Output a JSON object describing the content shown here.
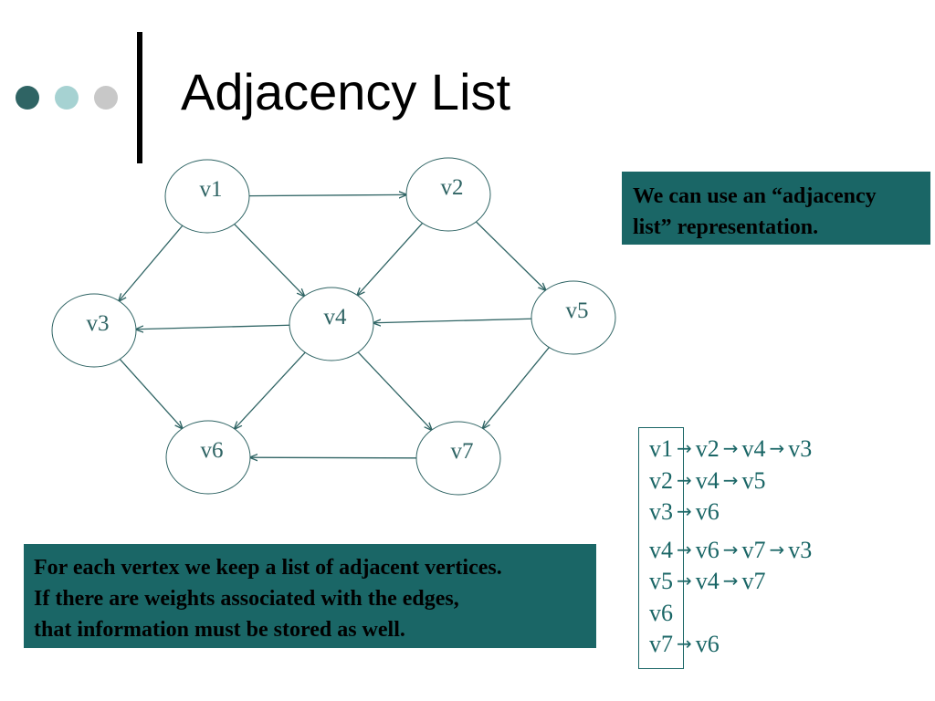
{
  "title": "Adjacency List",
  "colors": {
    "teal_dark": "#2f6464",
    "teal": "#1a6666",
    "teal_light": "#a6d2d2",
    "gray": "#c8c8c8"
  },
  "graph": {
    "nodes": [
      "v1",
      "v2",
      "v3",
      "v4",
      "v5",
      "v6",
      "v7"
    ],
    "edges": [
      [
        "v1",
        "v2"
      ],
      [
        "v1",
        "v3"
      ],
      [
        "v1",
        "v4"
      ],
      [
        "v2",
        "v4"
      ],
      [
        "v2",
        "v5"
      ],
      [
        "v3",
        "v6"
      ],
      [
        "v4",
        "v3"
      ],
      [
        "v4",
        "v6"
      ],
      [
        "v4",
        "v7"
      ],
      [
        "v5",
        "v4"
      ],
      [
        "v5",
        "v7"
      ],
      [
        "v7",
        "v6"
      ]
    ]
  },
  "note_top": [
    "We can use an “adjacency",
    "list” representation."
  ],
  "note_bottom": [
    "For each vertex we keep a list of adjacent vertices.",
    "If there are weights associated with the edges,",
    "that information must be stored as well."
  ],
  "adjacency": [
    {
      "vertex": "v1",
      "neighbors": [
        "v2",
        "v4",
        "v3"
      ]
    },
    {
      "vertex": "v2",
      "neighbors": [
        "v4",
        "v5"
      ]
    },
    {
      "vertex": "v3",
      "neighbors": [
        "v6"
      ]
    },
    {
      "vertex": "v4",
      "neighbors": [
        "v6",
        "v7",
        "v3"
      ]
    },
    {
      "vertex": "v5",
      "neighbors": [
        "v4",
        "v7"
      ]
    },
    {
      "vertex": "v6",
      "neighbors": []
    },
    {
      "vertex": "v7",
      "neighbors": [
        "v6"
      ]
    }
  ],
  "arrow_glyph": "→"
}
